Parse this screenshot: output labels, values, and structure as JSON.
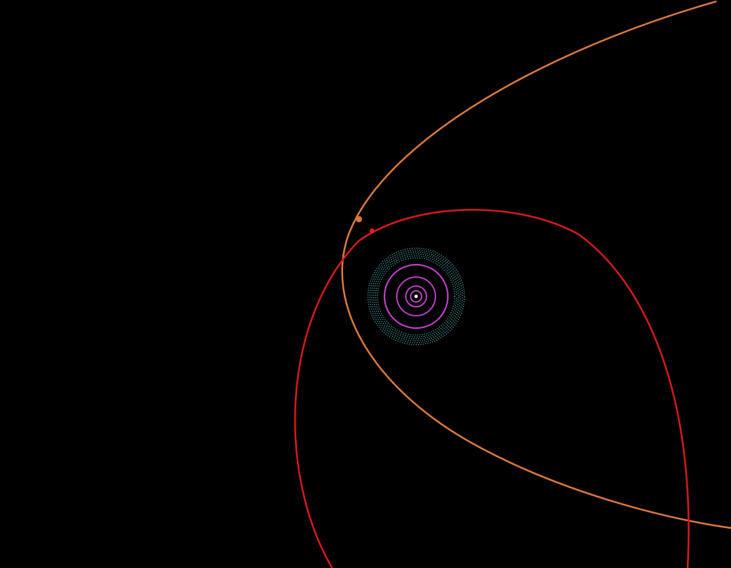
{
  "colors": {
    "background": "#000000",
    "orbit_orange": "#d9793f",
    "orbit_red": "#d41a1a",
    "inner_orbits": "#c040c8",
    "belt": "#45a6aa",
    "sun": "#ffffff"
  },
  "diagram": {
    "kind": "orbit-diagram",
    "central_body": "sun",
    "inner_orbit_count": 4,
    "belt_ring_count": 6,
    "outer_orbits": [
      {
        "id": "orbit-orange",
        "color": "orbit_orange",
        "marker": "orange-body"
      },
      {
        "id": "orbit-red",
        "color": "orbit_red",
        "marker": "red-body"
      }
    ]
  }
}
